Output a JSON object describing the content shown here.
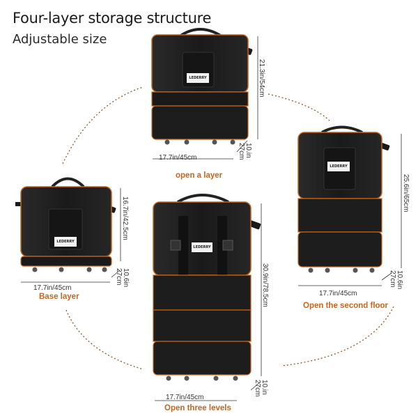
{
  "title": "Four-layer storage structure",
  "subtitle": "Adjustable size",
  "brand": "LEDERRY",
  "colors": {
    "bag": "#1f1f1f",
    "trim": "#c8641c",
    "accent_text": "#c8641c",
    "arc": "#8a4a1c"
  },
  "bags": {
    "one_layer": {
      "label": "open a layer",
      "width": "17.7in/45cm",
      "height": "21.3in/54cm",
      "depth": "10.in\n27cm"
    },
    "base": {
      "label": "Base layer",
      "width": "17.7in/45cm",
      "height": "16.7in/42.5cm",
      "depth": "10.6in\n27cm"
    },
    "three_levels": {
      "label": "Open three levels",
      "width": "17.7in/45cm",
      "height": "30.9in/78.5cm",
      "depth": "10.in\n27cm"
    },
    "second_floor": {
      "label": "Open the second floor",
      "width": "17.7in/45cm",
      "height": "25.6in/65cm",
      "depth": "10.6in\n27cm"
    }
  }
}
